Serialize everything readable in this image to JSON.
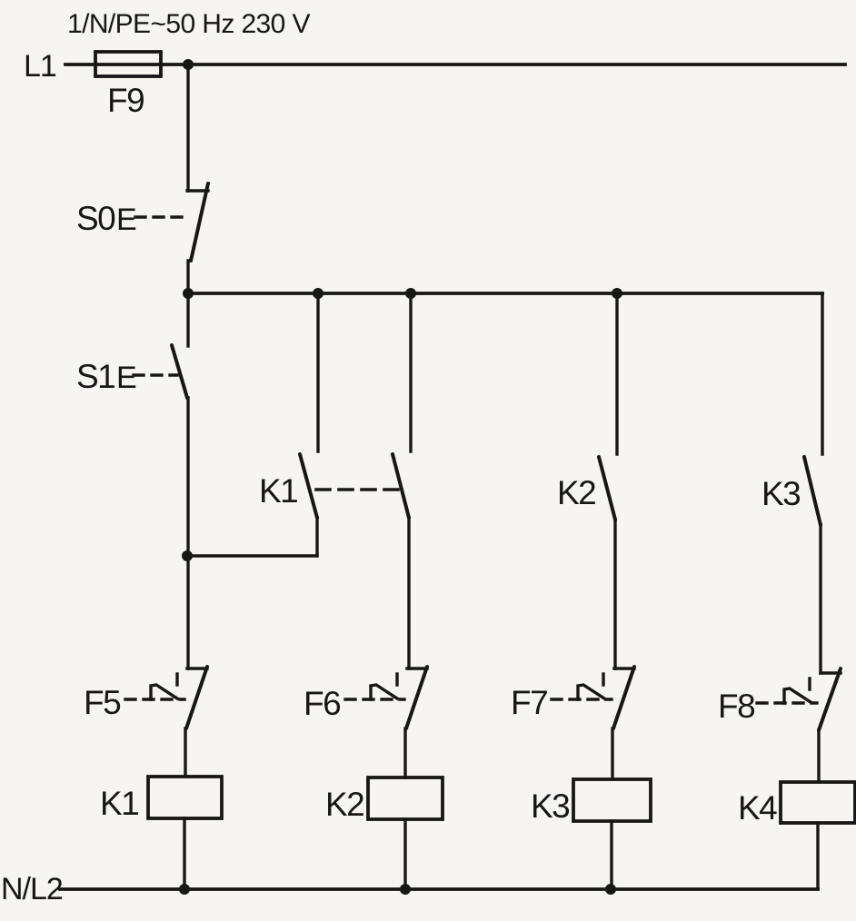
{
  "colors": {
    "background": "#f7f5f1",
    "ink": "#171717",
    "accent": "#e5235e"
  },
  "title": "1/N/PE~50 Hz 230 V",
  "rails": {
    "top_label": "L1",
    "bottom_label": "N/L2"
  },
  "fuse": {
    "label": "F9"
  },
  "buttons": {
    "stop": {
      "label": "S0",
      "actuator": "E",
      "type": "NC pushbutton"
    },
    "start": {
      "label": "S1",
      "actuator": "E",
      "type": "NO pushbutton"
    }
  },
  "contacts": {
    "k1": {
      "label": "K1",
      "type": "NO auxiliary contact, mechanically linked pair"
    },
    "k2": {
      "label": "K2",
      "type": "NO auxiliary contact"
    },
    "k3": {
      "label": "K3",
      "type": "NO auxiliary contact"
    }
  },
  "overloads": {
    "f5": {
      "label": "F5"
    },
    "f6": {
      "label": "F6"
    },
    "f7": {
      "label": "F7"
    },
    "f8": {
      "label": "F8"
    }
  },
  "coils": {
    "k1": {
      "label": "K1"
    },
    "k2": {
      "label": "K2"
    },
    "k3": {
      "label": "K3"
    },
    "k4": {
      "label": "K4"
    }
  }
}
